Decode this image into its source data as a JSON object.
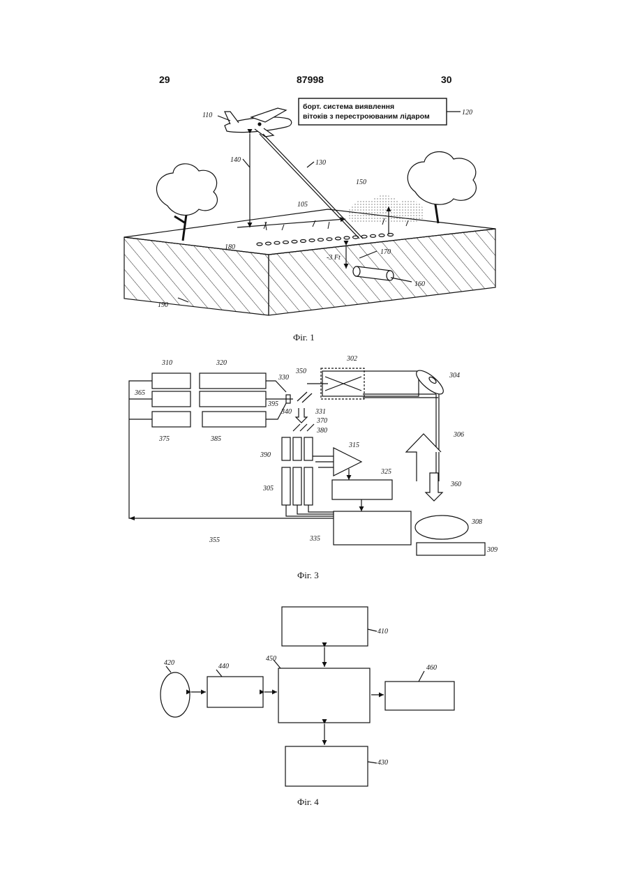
{
  "header": {
    "left_page": "29",
    "center_number": "87998",
    "right_page": "30"
  },
  "fig1": {
    "caption": "Фіг. 1",
    "box_text_line1": "борт. система виявлення",
    "box_text_line2": "вітоків з перестроюваним лідаром",
    "labels": [
      "110",
      "120",
      "140",
      "130",
      "150",
      "105",
      "180",
      "170",
      "-3 Ft",
      "160",
      "190"
    ]
  },
  "fig3": {
    "caption": "Фіг. 3",
    "labels": [
      "310",
      "320",
      "330",
      "350",
      "302",
      "304",
      "365",
      "395",
      "340",
      "331",
      "370",
      "380",
      "375",
      "385",
      "306",
      "315",
      "390",
      "325",
      "305",
      "360",
      "308",
      "355",
      "335",
      "309"
    ]
  },
  "fig4": {
    "caption": "Фіг. 4",
    "labels": [
      "410",
      "420",
      "440",
      "450",
      "460",
      "430"
    ]
  }
}
